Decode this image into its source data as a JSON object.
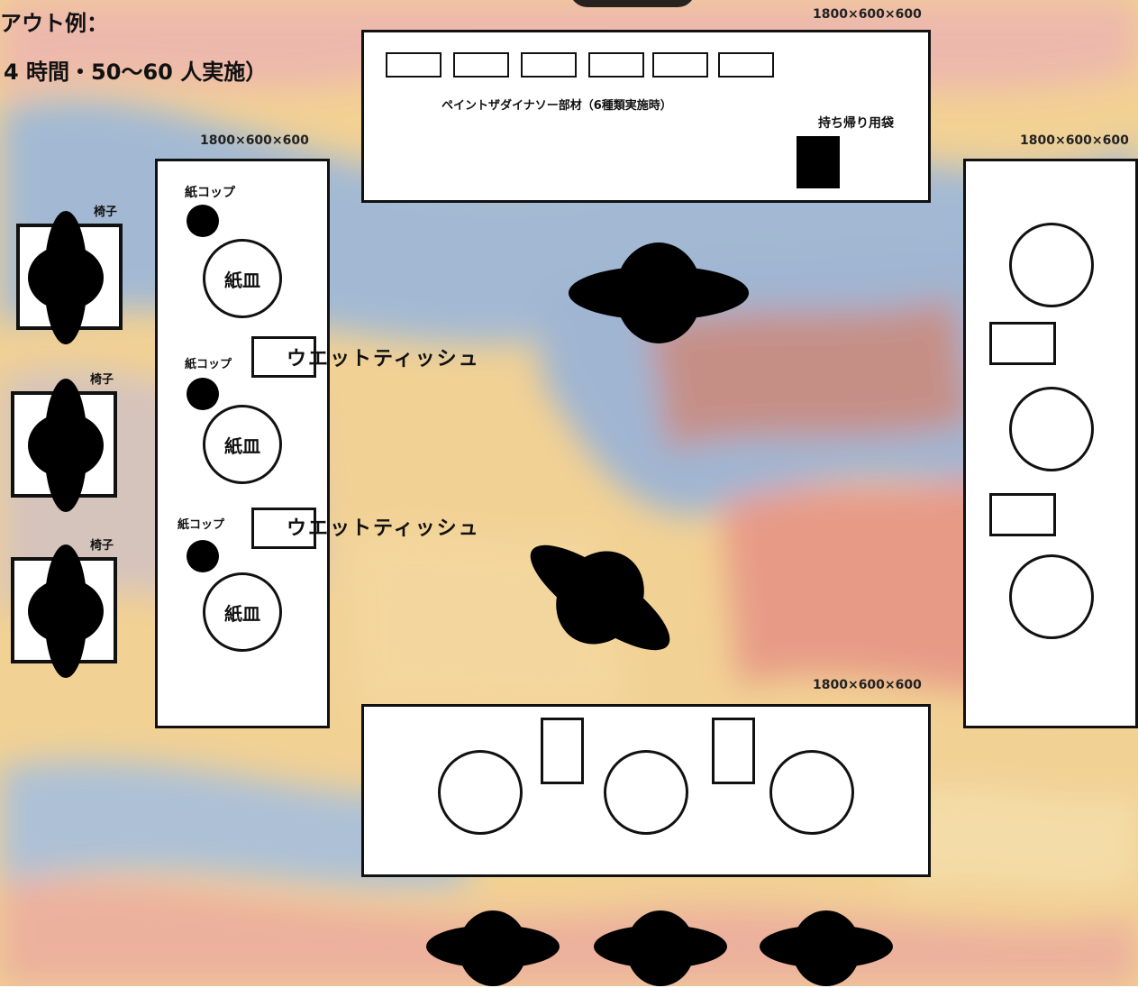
{
  "header": {
    "line1": "アウト例：",
    "line2": "4 時間・50〜60 人実施）"
  },
  "tables": {
    "top": {
      "dim": "1800×600×600",
      "caption": "ペイントザダイナソー部材（6種類実施時）",
      "bag_label": "持ち帰り用袋"
    },
    "left": {
      "dim": "1800×600×600"
    },
    "right": {
      "dim": "1800×600×600"
    },
    "bottom": {
      "dim": "1800×600×600"
    }
  },
  "labels": {
    "chair": "椅子",
    "paper_cup": "紙コップ",
    "paper_plate": "紙皿",
    "wet_tissue": "ウエットティッシュ"
  }
}
